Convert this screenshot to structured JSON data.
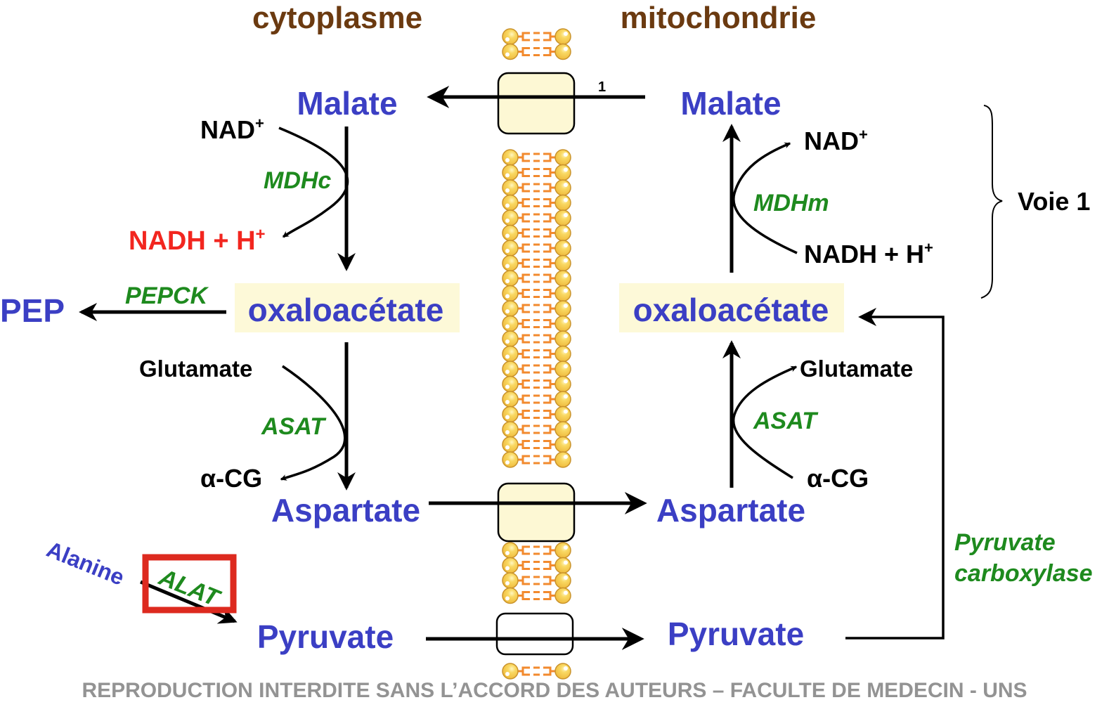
{
  "headers": {
    "cytoplasm": "cytoplasme",
    "mitochondria": "mitochondrie"
  },
  "cytoplasm": {
    "malate": "Malate",
    "nad": "NAD",
    "nad_sup": "+",
    "nadh": "NADH + H",
    "nadh_sup": "+",
    "mdh": "MDHc",
    "oxaloacetate": "oxaloacétate",
    "pepck": "PEPCK",
    "pep": "PEP",
    "glutamate": "Glutamate",
    "asat": "ASAT",
    "acg": "α-CG",
    "aspartate": "Aspartate",
    "alanine": "Alanine",
    "alat": "ALAT",
    "pyruvate": "Pyruvate"
  },
  "mitochondria": {
    "malate": "Malate",
    "nad": "NAD",
    "nad_sup": "+",
    "nadh": "NADH + H",
    "nadh_sup": "+",
    "mdh": "MDHm",
    "oxaloacetate": "oxaloacétate",
    "glutamate": "Glutamate",
    "asat": "ASAT",
    "acg": "α-CG",
    "aspartate": "Aspartate",
    "pyruvate": "Pyruvate",
    "pc_line1": "Pyruvate",
    "pc_line2": "carboxylase"
  },
  "transporter_label": "1",
  "brace_label": "Voie 1",
  "watermark": "REPRODUCTION INTERDITE SANS L’ACCORD DES AUTEURS – FACULTE DE MEDECIN - UNS",
  "colors": {
    "metabolite": "#3b3fc4",
    "enzyme": "#1e8a1e",
    "nadh_cytoplasm": "#f2261f",
    "header": "#6b3a10",
    "highlight": "#fdf9d8",
    "transporter_fill": "#fdf8d4",
    "lipid_head": "#f8d25a",
    "lipid_tail": "#f28a2e",
    "alat_box": "#dd2a1f"
  }
}
